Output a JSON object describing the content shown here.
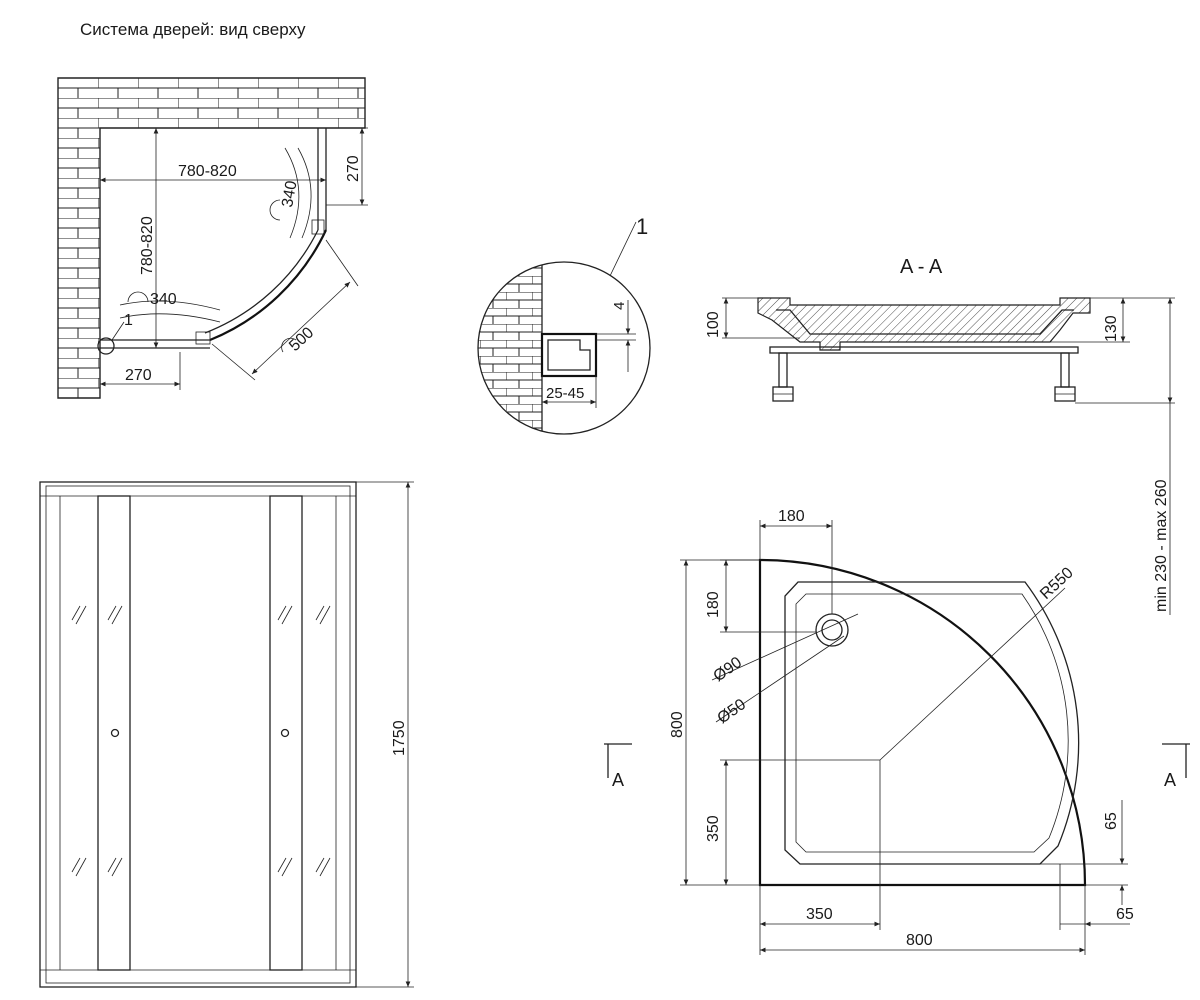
{
  "title": "Система дверей: вид сверху",
  "top_view": {
    "width_dim": "780-820",
    "depth_dim": "780-820",
    "door_top_dim": "270",
    "door_bottom_dim": "270",
    "swing_top": "340",
    "swing_bottom": "340",
    "door_width": "500",
    "callout": "1"
  },
  "detail": {
    "callout": "1",
    "gap_dim": "4",
    "profile_dim": "25-45"
  },
  "section": {
    "title": "A - A",
    "depth_left": "100",
    "depth_right": "130",
    "height_range": "min 230 - max 260"
  },
  "tray_plan": {
    "drain_offset_x": "180",
    "drain_offset_y": "180",
    "radius": "R550",
    "drain_outer": "Ø90",
    "drain_inner": "Ø50",
    "total_depth": "800",
    "straight_depth": "350",
    "rim_right": "65",
    "straight_width": "350",
    "rim_bottom": "65",
    "total_width": "800",
    "section_mark_left": "A",
    "section_mark_right": "A"
  },
  "front_view": {
    "height_dim": "1750"
  }
}
